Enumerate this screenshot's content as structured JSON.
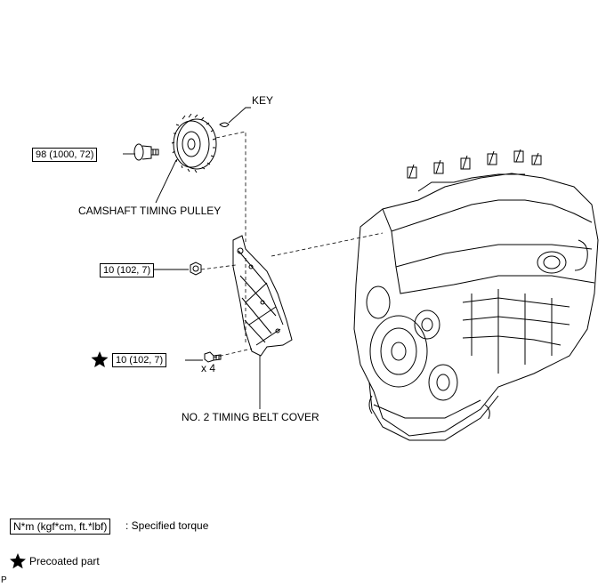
{
  "labels": {
    "key": "KEY",
    "camshaft_pulley": "CAMSHAFT TIMING PULLEY",
    "timing_belt_cover": "NO. 2 TIMING BELT COVER",
    "multiplier": "x 4",
    "corner_mark": "P"
  },
  "torque": {
    "pulley_bolt": "98 (1000, 72)",
    "cover_nut": "10 (102, 7)",
    "cover_bolt": "10 (102, 7)"
  },
  "legend": {
    "torque_unit": "N*m (kgf*cm, ft.*lbf)",
    "torque_desc": ": Specified torque",
    "precoated_symbol": "★",
    "precoated_desc": "Precoated part"
  },
  "icons": {
    "precoated": "black-star-icon"
  }
}
